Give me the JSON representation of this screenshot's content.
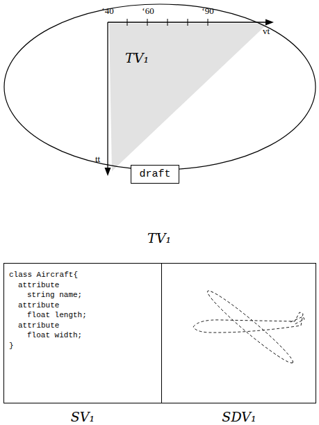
{
  "diagram": {
    "nodes": [
      {
        "text": [
          "TV₁",
          "TV₁"
        ]
      },
      {
        "text": [
          "draft"
        ],
        "in": 0
      },
      {
        "text": [
          "class Aircraft{",
          "attribute",
          "string name;",
          "attribute",
          "float length;",
          "attribute",
          "float width;",
          "}",
          "SV₁"
        ]
      },
      {
        "text": [
          "SDV₁"
        ]
      }
    ],
    "labels": [
      "‘40",
      "‘60",
      "‘90",
      "vt",
      "tt"
    ]
  }
}
